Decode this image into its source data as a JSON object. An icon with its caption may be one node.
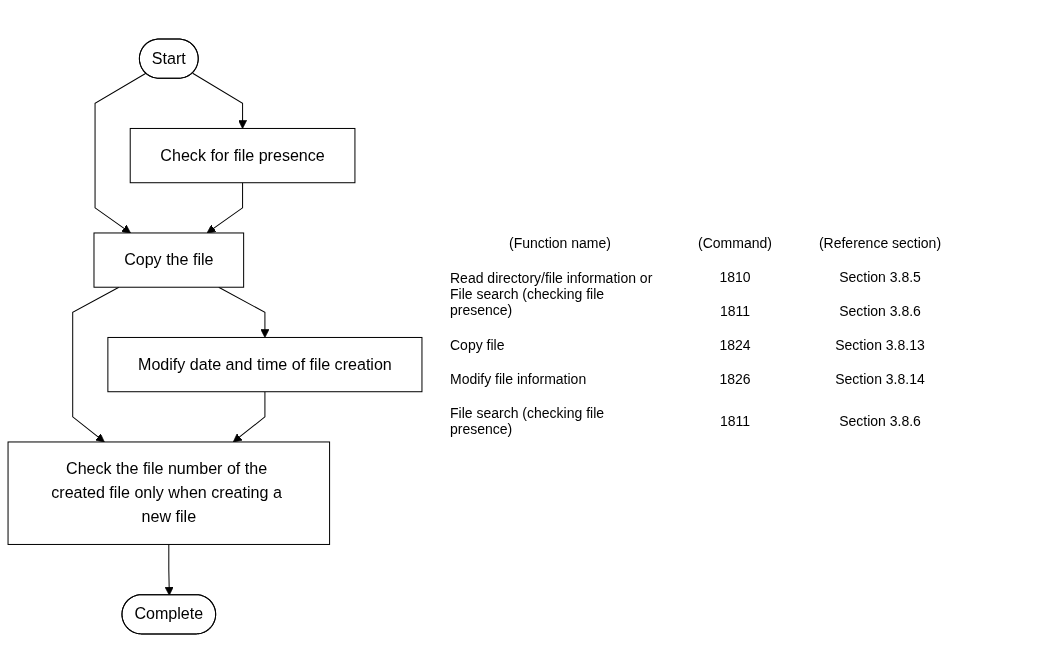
{
  "diagram": {
    "nodes": [
      {
        "text": [
          "Start"
        ]
      },
      {
        "text": [
          "Check for file presence"
        ]
      },
      {
        "text": [
          "Copy the file"
        ]
      },
      {
        "text": [
          "Modify date and time of file creation"
        ]
      },
      {
        "text": [
          "Check the file number of the created file only when creating a new file"
        ]
      },
      {
        "text": [
          "Complete"
        ]
      }
    ],
    "edges": [
      {
        "from": 0,
        "to": 1,
        "arrow": "to"
      },
      {
        "from": 0,
        "to": 2,
        "arrow": "to"
      },
      {
        "from": 1,
        "to": 2,
        "arrow": "to"
      },
      {
        "from": 2,
        "to": 3,
        "arrow": "to"
      },
      {
        "from": 2,
        "to": 4,
        "arrow": "to"
      },
      {
        "from": 3,
        "to": 4,
        "arrow": "to"
      },
      {
        "from": 4,
        "to": 5,
        "arrow": "to"
      }
    ],
    "labels": [
      "(Function name)",
      "(Command)",
      "(Reference section)",
      "Read directory/file information or File search (checking file presence)",
      "1810",
      "Section 3.8.5",
      "1811",
      "Section 3.8.6",
      "Copy file",
      "1824",
      "Section 3.8.13",
      "Modify file information",
      "1826",
      "Section 3.8.14",
      "File search (checking file presence)",
      "1811",
      "Section 3.8.6"
    ]
  }
}
